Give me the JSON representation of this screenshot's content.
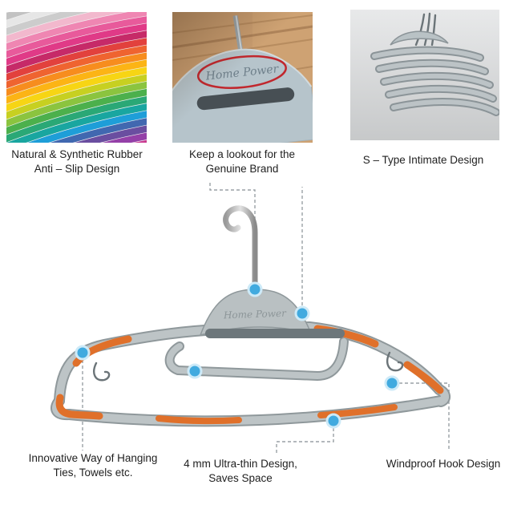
{
  "theme": {
    "accent_orange": "#e0702a",
    "dot_blue": "#41aadf",
    "hanger_gray": "#bdc4c6",
    "hanger_outline": "#8f989b",
    "text_color": "#1f1f1f"
  },
  "top_features": [
    {
      "photo": "rainbow-anti-slip-hangers",
      "caption_line1": "Natural & Synthetic Rubber",
      "caption_line2": "Anti – Slip Design",
      "stripe_colors": [
        "#ededed",
        "#d8d8d8",
        "#c2c2c2",
        "#e6e6e6",
        "#cccccc",
        "#f2b8cd",
        "#ef86b2",
        "#e85a9b",
        "#e03a87",
        "#c62a68",
        "#e2413d",
        "#ef6430",
        "#f78d1e",
        "#fcb415",
        "#f7d514",
        "#c7d021",
        "#8bc43f",
        "#4cb04c",
        "#2aa876",
        "#19a6a0",
        "#1e9ed8",
        "#4168b0",
        "#6a4ea0",
        "#9440a8",
        "#c9388f",
        "#e44b86"
      ]
    },
    {
      "photo": "brand-label-closeup",
      "caption_line1": "Keep a lookout for the",
      "caption_line2": "Genuine Brand",
      "brand_text": "Home Power"
    },
    {
      "photo": "stacked-s-type-hangers",
      "caption_line1": "S – Type Intimate Design",
      "caption_line2": ""
    }
  ],
  "diagram": {
    "brand_text": "Home Power",
    "callouts": [
      {
        "id": "hanging-ways",
        "line1": "Innovative Way of Hanging",
        "line2": "Ties, Towels etc."
      },
      {
        "id": "ultra-thin",
        "line1": "4 mm Ultra-thin Design,",
        "line2": "Saves Space"
      },
      {
        "id": "windproof-hook",
        "line1": "Windproof Hook Design",
        "line2": ""
      }
    ]
  }
}
